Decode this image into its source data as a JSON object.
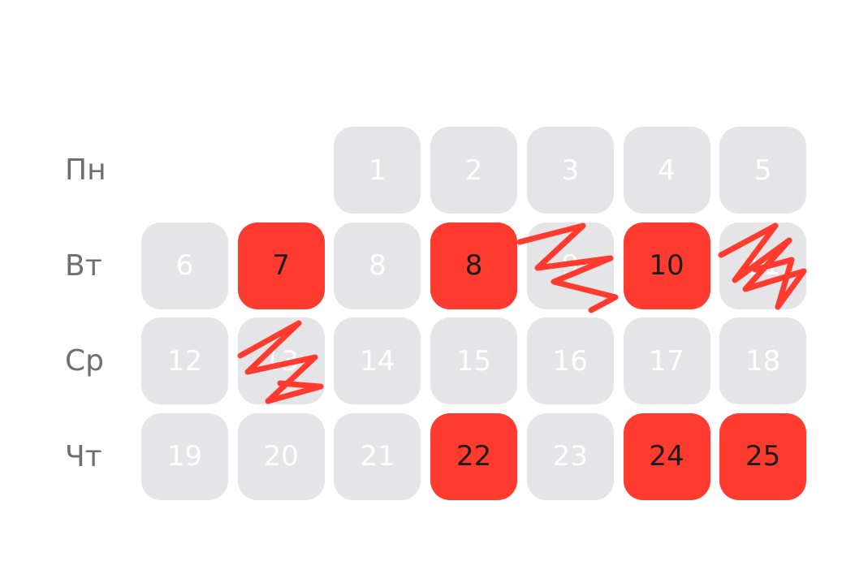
{
  "colors": {
    "cell": "#e5e5e7",
    "selected": "#ff3b30",
    "label": "#6e6e73"
  },
  "rows": [
    {
      "label": "Пн",
      "cells": [
        null,
        null,
        {
          "day": "1"
        },
        {
          "day": "2"
        },
        {
          "day": "3"
        },
        {
          "day": "4"
        },
        {
          "day": "5"
        }
      ]
    },
    {
      "label": "Вт",
      "cells": [
        {
          "day": "6"
        },
        {
          "day": "7",
          "selected": true
        },
        {
          "day": "8"
        },
        {
          "day": "8",
          "selected": true
        },
        {
          "day": "9",
          "scribbled": true
        },
        {
          "day": "10",
          "selected": true
        },
        {
          "day": "11",
          "scribbled": true
        }
      ]
    },
    {
      "label": "Ср",
      "cells": [
        {
          "day": "12"
        },
        {
          "day": "13",
          "scribbled": true
        },
        {
          "day": "14"
        },
        {
          "day": "15"
        },
        {
          "day": "16"
        },
        {
          "day": "17"
        },
        {
          "day": "18"
        }
      ]
    },
    {
      "label": "Чт",
      "cells": [
        {
          "day": "19"
        },
        {
          "day": "20"
        },
        {
          "day": "21"
        },
        {
          "day": "22",
          "selected": true
        },
        {
          "day": "23"
        },
        {
          "day": "24",
          "selected": true
        },
        {
          "day": "25",
          "selected": true
        }
      ]
    }
  ]
}
